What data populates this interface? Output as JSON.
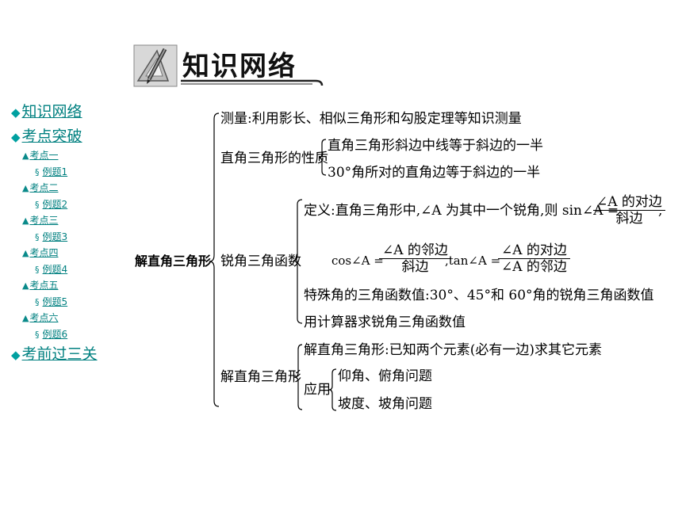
{
  "header": {
    "title": "知识网络",
    "icon": "pencil-triangle-ruler-icon"
  },
  "nav": {
    "main": [
      {
        "label": "知识网络"
      },
      {
        "label": "考点突破"
      },
      {
        "label": "考前过三关"
      }
    ],
    "points": [
      {
        "label": "考点一",
        "example": "例题1"
      },
      {
        "label": "考点二",
        "example": "例题2"
      },
      {
        "label": "考点三",
        "example": "例题3"
      },
      {
        "label": "考点四",
        "example": "例题4"
      },
      {
        "label": "考点五",
        "example": "例题5"
      },
      {
        "label": "考点六",
        "example": "例题6"
      }
    ],
    "main_mark": "◆",
    "point_mark": "▲",
    "example_mark": "§"
  },
  "tree": {
    "root": "解直角三角形",
    "measure": "测量:利用影长、相似三角形和勾股定理等知识测量",
    "props": {
      "label": "直角三角形的性质",
      "items": [
        "直角三角形斜边中线等于斜边的一半",
        "30°角所对的直角边等于斜边的一半"
      ]
    },
    "trig": {
      "label": "锐角三角函数",
      "def_prefix": "定义:直角三角形中,∠A 为其中一个锐角,则 sin∠A =",
      "sin_num": "∠A 的对边",
      "sin_den": "斜边",
      "comma1": ",",
      "cos_prefix": "cos∠A =",
      "cos_num": "∠A 的邻边",
      "cos_den": "斜边",
      "tan_prefix": ",tan∠A =",
      "tan_num": "∠A 的对边",
      "tan_den": "∠A 的邻边",
      "special": "特殊角的三角函数值:30°、45°和 60°角的锐角三角函数值",
      "calc": "用计算器求锐角三角函数值"
    },
    "solve": {
      "label": "解直角三角形",
      "known": "解直角三角形:已知两个元素(必有一边)求其它元素",
      "app_label": "应用",
      "app_items": [
        "仰角、俯角问题",
        "坡度、坡角问题"
      ]
    }
  }
}
